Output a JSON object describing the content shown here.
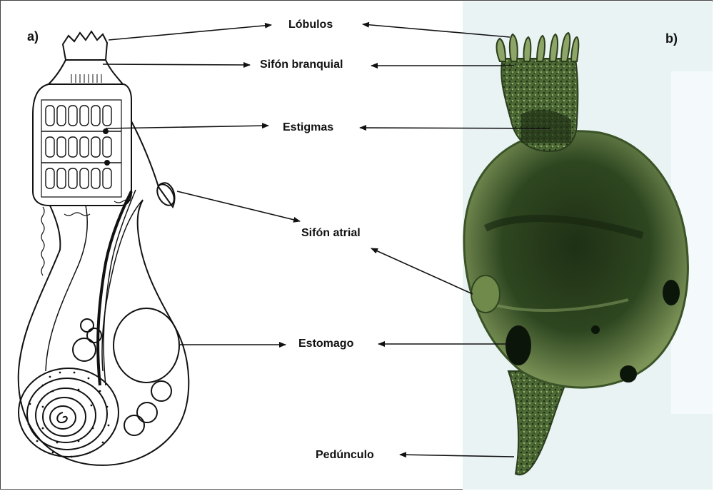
{
  "panels": {
    "a": "a)",
    "b": "b)"
  },
  "labels": {
    "lobulos": "Lóbulos",
    "sifon_branquial": "Sifón branquial",
    "estigmas": "Estigmas",
    "sifon_atrial": "Sifón atrial",
    "estomago": "Estomago",
    "pedunculo": "Pedúnculo"
  },
  "colors": {
    "line_art": "#111111",
    "organism_dark": "#1f3317",
    "organism_mid": "#3f5a2b",
    "organism_light": "#8fa36a",
    "background_b": "#eaf3f4"
  }
}
